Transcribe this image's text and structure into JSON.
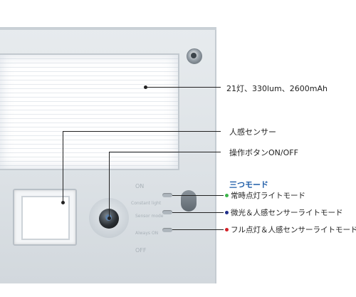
{
  "callouts": {
    "led_spec": "21灯、330lum、2600mAh",
    "motion_sensor": "人感センサー",
    "operation_button": "操作ボタンON/OFF"
  },
  "modes": {
    "title": "三つモード",
    "items": [
      {
        "label": "常時点灯ライトモード",
        "color": "#3cb54a"
      },
      {
        "label": "微光＆人感センサーライトモード",
        "color": "#1f2f8a"
      },
      {
        "label": "フル点灯＆人感センサーライトモード",
        "color": "#d32027"
      }
    ]
  },
  "device_labels": {
    "on": "ON",
    "off": "OFF",
    "light_mode": "Constant light",
    "sensor_mode": "Sensor mode",
    "always_on": "Always ON"
  }
}
